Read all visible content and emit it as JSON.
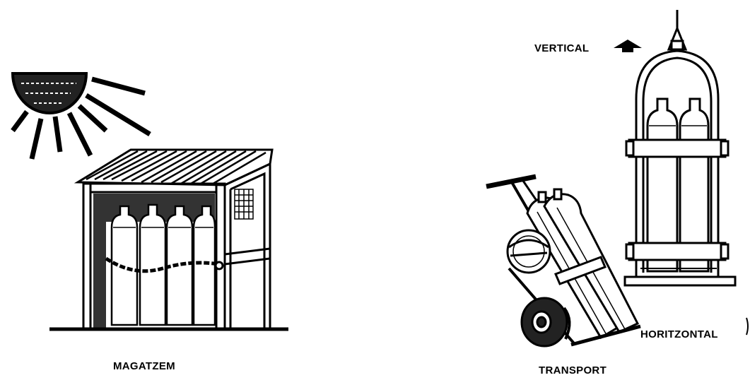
{
  "labels": {
    "storage": "MAGATZEM",
    "transport": "TRANSPORT",
    "vertical": "VERTICAL",
    "horizontal": "HORITZONTAL"
  },
  "icons": [
    "sun-icon",
    "storage-shed-icon",
    "gas-cylinder-icon",
    "hand-truck-icon",
    "cylinder-cage-icon",
    "up-arrow-icon"
  ],
  "colors": {
    "ink": "#000000",
    "paper": "#ffffff"
  }
}
